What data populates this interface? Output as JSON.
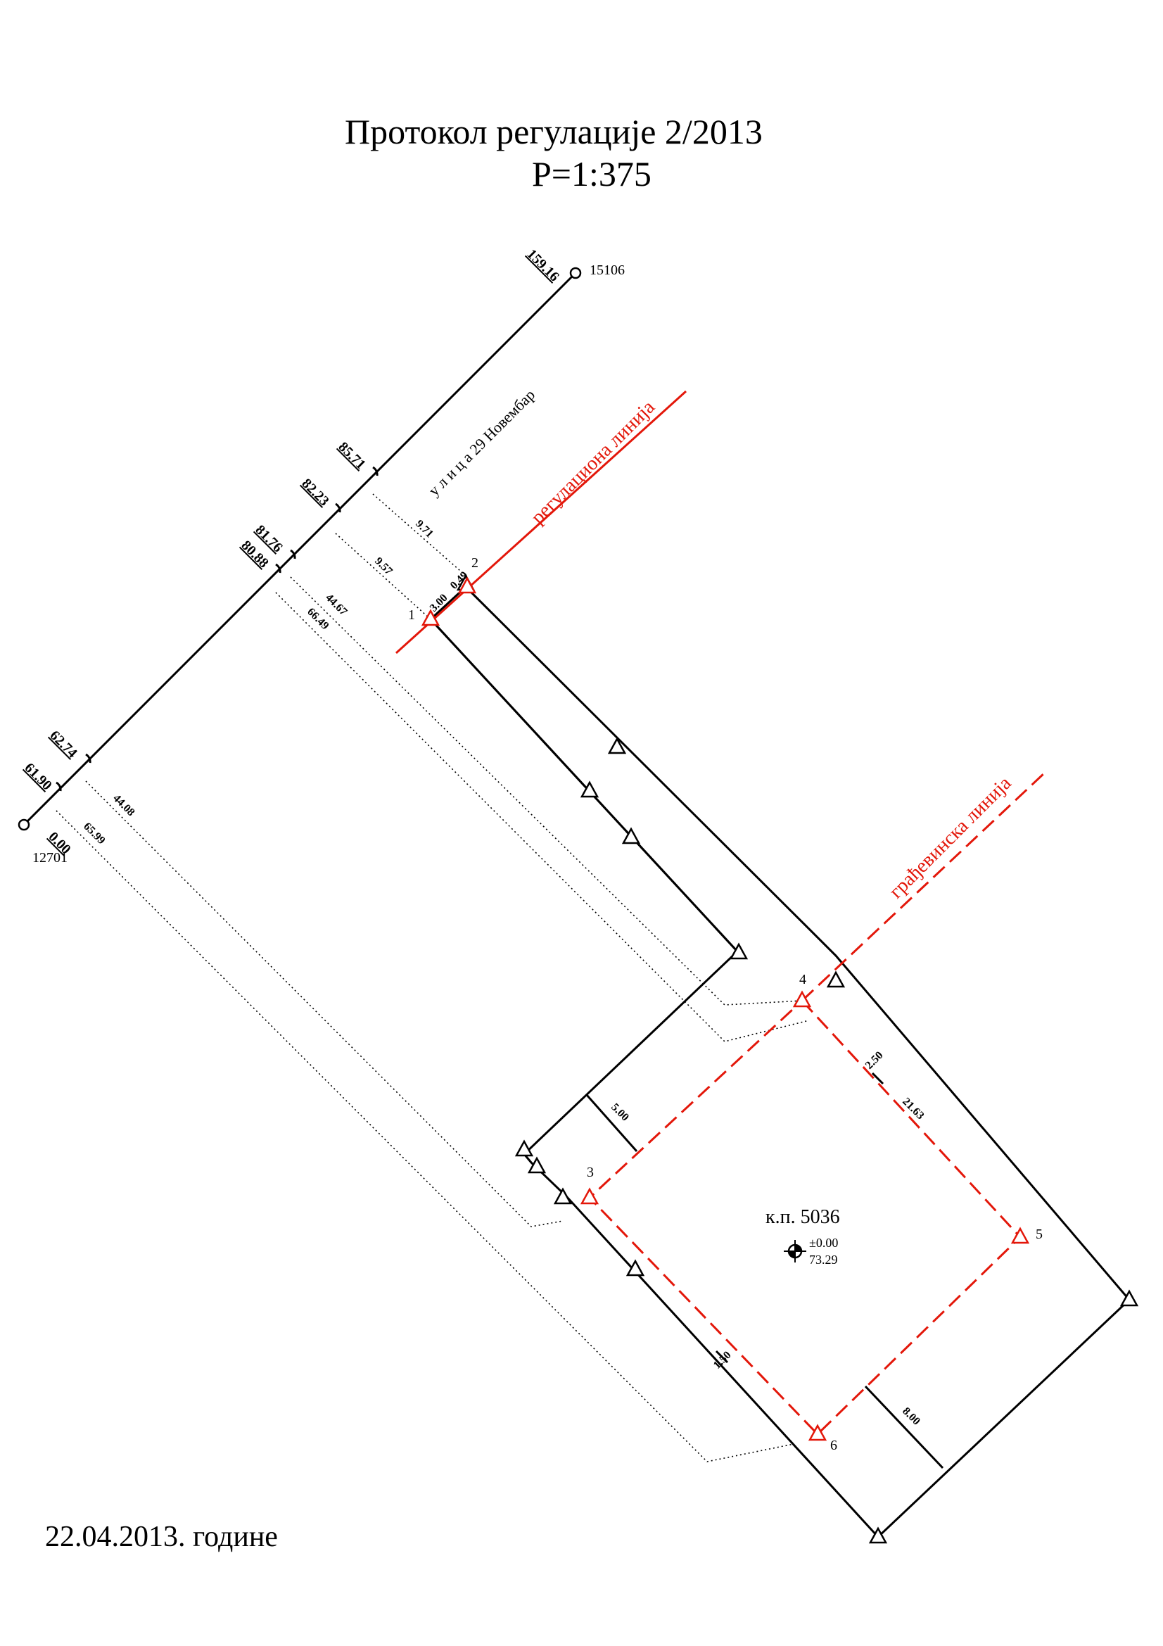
{
  "title": "Протокол регулације   2/2013",
  "scale": "P=1:375",
  "date": "22.04.2013. године",
  "colors": {
    "regulation": "#e3170a",
    "ink": "#000000"
  },
  "street_label": "у л и ц а   29 Новембар",
  "regulation_line_label": "регулациона линија",
  "building_line_label": "грађевинска линија",
  "parcel": {
    "label": "к.п. 5036",
    "elevation": "±0.00",
    "height": "73.29"
  },
  "benchmarks": {
    "start": "12701",
    "end": "15106"
  },
  "chainage": [
    "0.00",
    "61.90",
    "62.74",
    "80.88",
    "81.76",
    "82.23",
    "85.71",
    "159.16"
  ],
  "offsets": [
    "65.99",
    "44.08",
    "66.49",
    "44.67",
    "9.57",
    "9.71"
  ],
  "point_numbers": [
    "1",
    "2",
    "3",
    "4",
    "5",
    "6"
  ],
  "dimensions": {
    "d_3_00": "3.00",
    "d_0_49": "0.49",
    "d_2_50": "2.50",
    "d_21_63": "21.63",
    "d_5_00": "5.00",
    "d_1_50": "1.50",
    "d_8_00": "8.00"
  }
}
